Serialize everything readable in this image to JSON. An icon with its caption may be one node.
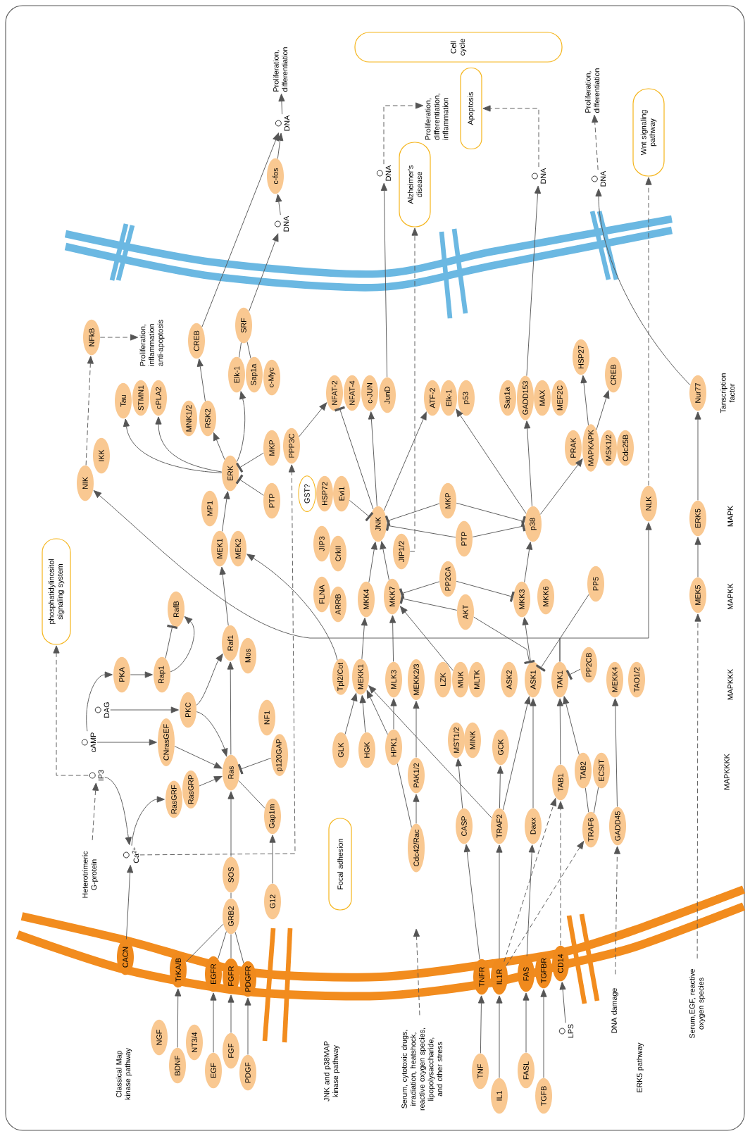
{
  "diagram": {
    "nodes": [
      {
        "text": [
          "Heterotrimeric G-protein"
        ]
      },
      {
        "text": [
          "IP3"
        ]
      },
      {
        "text": [
          "Ca$^{2+}$"
        ]
      },
      {
        "text": [
          "cAMP"
        ]
      },
      {
        "text": [
          "DAG"
        ]
      },
      {
        "text": [
          "phosphatidylinositol signaling system"
        ]
      },
      {
        "text": [
          "PKA"
        ]
      },
      {
        "text": [
          "Rap1"
        ]
      },
      {
        "text": [
          "RafB"
        ]
      },
      {
        "text": [
          "PKC"
        ]
      },
      {
        "text": [
          "CNrasGEF"
        ]
      },
      {
        "text": [
          "RasGRF"
        ]
      },
      {
        "text": [
          "RasGRP"
        ]
      },
      {
        "text": [
          "Ras"
        ]
      },
      {
        "text": [
          "NF1"
        ]
      },
      {
        "text": [
          "p120GAP"
        ]
      },
      {
        "text": [
          "Gap1m"
        ]
      },
      {
        "text": [
          "Raf1"
        ]
      },
      {
        "text": [
          "Mos"
        ]
      },
      {
        "text": [
          "MEK1"
        ]
      },
      {
        "text": [
          "MEK2"
        ]
      },
      {
        "text": [
          "MP1"
        ]
      },
      {
        "text": [
          "ERK"
        ]
      },
      {
        "text": [
          "PTP"
        ]
      },
      {
        "text": [
          "MKP"
        ]
      },
      {
        "text": [
          "PPP3C"
        ]
      },
      {
        "text": [
          "NIK"
        ]
      },
      {
        "text": [
          "IKK"
        ]
      },
      {
        "text": [
          "Tau"
        ]
      },
      {
        "text": [
          "STMN1"
        ]
      },
      {
        "text": [
          "cPLA2"
        ]
      },
      {
        "text": [
          "MNK1/2"
        ]
      },
      {
        "text": [
          "RSK2"
        ]
      },
      {
        "text": [
          "NFkB"
        ]
      },
      {
        "text": [
          "Proliferation, inflammation anti-apoptosis"
        ]
      },
      {
        "text": [
          "CREB"
        ]
      },
      {
        "text": [
          "SRF"
        ]
      },
      {
        "text": [
          "Elk-1"
        ]
      },
      {
        "text": [
          "Sap1a"
        ]
      },
      {
        "text": [
          "c-Myc"
        ]
      },
      {
        "text": [
          "DNA"
        ]
      },
      {
        "text": [
          "c-fos"
        ]
      },
      {
        "text": [
          "DNA"
        ]
      },
      {
        "text": [
          "Proliferation, differentiation"
        ]
      },
      {
        "text": [
          "Cell cycle"
        ]
      },
      {
        "text": [
          "DNA"
        ]
      },
      {
        "text": [
          "Proliferation, differentiation, inflammation"
        ]
      },
      {
        "text": [
          "Apoptosis"
        ]
      },
      {
        "text": [
          "Alzheimer's disease"
        ]
      },
      {
        "text": [
          "DNA"
        ]
      },
      {
        "text": [
          "Proliferation, differentiation"
        ]
      },
      {
        "text": [
          "DNA"
        ]
      },
      {
        "text": [
          "Wnt signaling pathway"
        ]
      },
      {
        "text": [
          "NFAT-2"
        ]
      },
      {
        "text": [
          "NFAT-4"
        ]
      },
      {
        "text": [
          "c-JUN"
        ]
      },
      {
        "text": [
          "JunD"
        ]
      },
      {
        "text": [
          "ATF-2"
        ]
      },
      {
        "text": [
          "Elk-1"
        ]
      },
      {
        "text": [
          "p53"
        ]
      },
      {
        "text": [
          "Sap1a"
        ]
      },
      {
        "text": [
          "GADD153"
        ]
      },
      {
        "text": [
          "MAX"
        ]
      },
      {
        "text": [
          "MEF2C"
        ]
      },
      {
        "text": [
          "HSP27"
        ]
      },
      {
        "text": [
          "CREB"
        ]
      },
      {
        "text": [
          "Nur77"
        ]
      },
      {
        "text": [
          "GST?"
        ]
      },
      {
        "text": [
          "HSP72"
        ]
      },
      {
        "text": [
          "Evi1"
        ]
      },
      {
        "text": [
          "JIP3"
        ]
      },
      {
        "text": [
          "CrkII"
        ]
      },
      {
        "text": [
          "FLNA"
        ]
      },
      {
        "text": [
          "ARRB"
        ]
      },
      {
        "text": [
          "JNK"
        ]
      },
      {
        "text": [
          "JIP1/2"
        ]
      },
      {
        "text": [
          "MKP"
        ]
      },
      {
        "text": [
          "PTP"
        ]
      },
      {
        "text": [
          "p38"
        ]
      },
      {
        "text": [
          "PRAK"
        ]
      },
      {
        "text": [
          "MAPKAPK"
        ]
      },
      {
        "text": [
          "MSK1/2"
        ]
      },
      {
        "text": [
          "Cdc25B"
        ]
      },
      {
        "text": [
          "NLK"
        ]
      },
      {
        "text": [
          "ERK5"
        ]
      },
      {
        "text": [
          "MKK4"
        ]
      },
      {
        "text": [
          "MKK7"
        ]
      },
      {
        "text": [
          "PP2CA"
        ]
      },
      {
        "text": [
          "AKT"
        ]
      },
      {
        "text": [
          "MKK3"
        ]
      },
      {
        "text": [
          "MKK6"
        ]
      },
      {
        "text": [
          "PP5"
        ]
      },
      {
        "text": [
          "MEK5"
        ]
      },
      {
        "text": [
          "Tpl2/Cot"
        ]
      },
      {
        "text": [
          "MEKK1"
        ]
      },
      {
        "text": [
          "MLK3"
        ]
      },
      {
        "text": [
          "MEKK2/3"
        ]
      },
      {
        "text": [
          "LZK"
        ]
      },
      {
        "text": [
          "MUK"
        ]
      },
      {
        "text": [
          "MLTK"
        ]
      },
      {
        "text": [
          "ASK2"
        ]
      },
      {
        "text": [
          "ASK1"
        ]
      },
      {
        "text": [
          "TAK1"
        ]
      },
      {
        "text": [
          "PP2CB"
        ]
      },
      {
        "text": [
          "MEKK4"
        ]
      },
      {
        "text": [
          "TAO1/2"
        ]
      },
      {
        "text": [
          "GLK"
        ]
      },
      {
        "text": [
          "HGK"
        ]
      },
      {
        "text": [
          "HPK1"
        ]
      },
      {
        "text": [
          "PAK1/2"
        ]
      },
      {
        "text": [
          "MST1/2"
        ]
      },
      {
        "text": [
          "MINK"
        ]
      },
      {
        "text": [
          "GCK"
        ]
      },
      {
        "text": [
          "TAB1"
        ]
      },
      {
        "text": [
          "TAB2"
        ]
      },
      {
        "text": [
          "ECSIT"
        ]
      },
      {
        "text": [
          "Focal adhesion"
        ]
      },
      {
        "text": [
          "Cdc42/Rac"
        ]
      },
      {
        "text": [
          "CASP"
        ]
      },
      {
        "text": [
          "TRAF2"
        ]
      },
      {
        "text": [
          "Daxx"
        ]
      },
      {
        "text": [
          "TRAF6"
        ]
      },
      {
        "text": [
          "GADD45"
        ]
      },
      {
        "text": [
          "SOS"
        ]
      },
      {
        "text": [
          "G12"
        ]
      },
      {
        "text": [
          "GRB2"
        ]
      },
      {
        "text": [
          "CACN"
        ]
      },
      {
        "text": [
          "TrKA/B"
        ]
      },
      {
        "text": [
          "EGFR"
        ]
      },
      {
        "text": [
          "FGFR"
        ]
      },
      {
        "text": [
          "PDGFR"
        ]
      },
      {
        "text": [
          "TNFR"
        ]
      },
      {
        "text": [
          "IL1R"
        ]
      },
      {
        "text": [
          "FAS"
        ]
      },
      {
        "text": [
          "TGFBR"
        ]
      },
      {
        "text": [
          "CD14"
        ]
      },
      {
        "text": [
          "NGF"
        ]
      },
      {
        "text": [
          "BDNF"
        ]
      },
      {
        "text": [
          "NT3/4"
        ]
      },
      {
        "text": [
          "EGF"
        ]
      },
      {
        "text": [
          "FGF"
        ]
      },
      {
        "text": [
          "PDGF"
        ]
      },
      {
        "text": [
          "Serum, cytotoxic drugs, irradiation, heatshock, reactive oxygen species, lipopolysaccharide, and other stress"
        ]
      },
      {
        "text": [
          "TNF"
        ]
      },
      {
        "text": [
          "IL1"
        ]
      },
      {
        "text": [
          "FASL"
        ]
      },
      {
        "text": [
          "TGFB"
        ]
      },
      {
        "text": [
          "LPS"
        ]
      },
      {
        "text": [
          "DNA damage"
        ]
      },
      {
        "text": [
          "Serum,EGF, reactive oxygen species"
        ]
      }
    ],
    "edges": [
      {
        "from": 0,
        "to": 1,
        "arrow": "to",
        "style": "dashed"
      },
      {
        "from": 1,
        "to": 5,
        "arrow": "to",
        "style": "dashed"
      },
      {
        "from": 1,
        "to": 2,
        "arrow": "to"
      },
      {
        "from": 2,
        "to": 11,
        "arrow": "to"
      },
      {
        "from": 2,
        "to": 25,
        "arrow": "to",
        "style": "dashed"
      },
      {
        "from": 3,
        "to": 10,
        "arrow": "to"
      },
      {
        "from": 3,
        "to": 6,
        "arrow": "to"
      },
      {
        "from": 4,
        "to": 9,
        "arrow": "to"
      },
      {
        "from": 6,
        "to": 7,
        "arrow": "to"
      },
      {
        "from": 7,
        "to": 8,
        "arrow": "other"
      },
      {
        "from": 7,
        "to": 8,
        "arrow": "to"
      },
      {
        "from": 9,
        "to": 17,
        "arrow": "to"
      },
      {
        "from": 9,
        "to": 13,
        "arrow": "to"
      },
      {
        "from": 10,
        "to": 13,
        "arrow": "to"
      },
      {
        "from": 12,
        "to": 13,
        "arrow": "to"
      },
      {
        "from": 15,
        "to": 13,
        "arrow": "other"
      },
      {
        "from": 16,
        "to": 13,
        "arrow": "none"
      },
      {
        "from": 13,
        "to": 17,
        "arrow": "to"
      },
      {
        "from": 17,
        "to": 19,
        "arrow": "to"
      },
      {
        "from": 19,
        "to": 22,
        "arrow": "to"
      },
      {
        "from": 22,
        "to": 28,
        "arrow": "to"
      },
      {
        "from": 22,
        "to": 30,
        "arrow": "to"
      },
      {
        "from": 22,
        "to": 32,
        "arrow": "to"
      },
      {
        "from": 22,
        "to": 37,
        "arrow": "to"
      },
      {
        "from": 24,
        "to": 22,
        "arrow": "other"
      },
      {
        "from": 23,
        "to": 22,
        "arrow": "other"
      },
      {
        "from": 32,
        "to": 35,
        "arrow": "to"
      },
      {
        "from": 37,
        "to": 36,
        "arrow": "none"
      },
      {
        "from": 38,
        "to": 36,
        "arrow": "none"
      },
      {
        "from": 36,
        "to": 40,
        "arrow": "to"
      },
      {
        "from": 35,
        "to": 42,
        "arrow": "to"
      },
      {
        "from": 40,
        "to": 41,
        "arrow": "to"
      },
      {
        "from": 41,
        "to": 42,
        "arrow": "to"
      },
      {
        "from": 42,
        "to": 43,
        "arrow": "to"
      },
      {
        "from": 26,
        "to": 33,
        "arrow": "to",
        "style": "dashed"
      },
      {
        "from": 33,
        "to": 34,
        "arrow": "to",
        "style": "dashed"
      },
      {
        "from": 102,
        "to": 26,
        "arrow": "to"
      },
      {
        "from": 102,
        "to": 83,
        "arrow": "to"
      },
      {
        "from": 83,
        "to": 52,
        "arrow": "to",
        "style": "dashed"
      },
      {
        "from": 94,
        "to": 85,
        "arrow": "to"
      },
      {
        "from": 93,
        "to": 20,
        "arrow": "to"
      },
      {
        "from": 106,
        "to": 94,
        "arrow": "to"
      },
      {
        "from": 107,
        "to": 94,
        "arrow": "to"
      },
      {
        "from": 108,
        "to": 94,
        "arrow": "to"
      },
      {
        "from": 119,
        "to": 94,
        "arrow": "to"
      },
      {
        "from": 108,
        "to": 95,
        "arrow": "to"
      },
      {
        "from": 117,
        "to": 108,
        "arrow": "none"
      },
      {
        "from": 117,
        "to": 109,
        "arrow": "to"
      },
      {
        "from": 109,
        "to": 96,
        "arrow": "to"
      },
      {
        "from": 95,
        "to": 86,
        "arrow": "to"
      },
      {
        "from": 98,
        "to": 86,
        "arrow": "to"
      },
      {
        "from": 85,
        "to": 74,
        "arrow": "to"
      },
      {
        "from": 86,
        "to": 74,
        "arrow": "to"
      },
      {
        "from": 88,
        "to": 86,
        "arrow": "other"
      },
      {
        "from": 87,
        "to": 86,
        "arrow": "other"
      },
      {
        "from": 87,
        "to": 89,
        "arrow": "other"
      },
      {
        "from": 88,
        "to": 101,
        "arrow": "other"
      },
      {
        "from": 91,
        "to": 101,
        "arrow": "other"
      },
      {
        "from": 101,
        "to": 89,
        "arrow": "to"
      },
      {
        "from": 89,
        "to": 78,
        "arrow": "to"
      },
      {
        "from": 76,
        "to": 74,
        "arrow": "other"
      },
      {
        "from": 76,
        "to": 78,
        "arrow": "other"
      },
      {
        "from": 77,
        "to": 74,
        "arrow": "other"
      },
      {
        "from": 77,
        "to": 78,
        "arrow": "other"
      },
      {
        "from": 69,
        "to": 74,
        "arrow": "other"
      },
      {
        "from": 74,
        "to": 53,
        "arrow": "other"
      },
      {
        "from": 25,
        "to": 53,
        "arrow": "to"
      },
      {
        "from": 74,
        "to": 55,
        "arrow": "to"
      },
      {
        "from": 74,
        "to": 57,
        "arrow": "to"
      },
      {
        "from": 78,
        "to": 58,
        "arrow": "to"
      },
      {
        "from": 78,
        "to": 61,
        "arrow": "to"
      },
      {
        "from": 78,
        "to": 80,
        "arrow": "to"
      },
      {
        "from": 80,
        "to": 64,
        "arrow": "to"
      },
      {
        "from": 80,
        "to": 65,
        "arrow": "to"
      },
      {
        "from": 61,
        "to": 49,
        "arrow": "to"
      },
      {
        "from": 49,
        "to": 47,
        "arrow": "to",
        "style": "dashed"
      },
      {
        "from": 56,
        "to": 45,
        "arrow": "to"
      },
      {
        "from": 45,
        "to": 46,
        "arrow": "to",
        "style": "dashed"
      },
      {
        "from": 75,
        "to": 48,
        "arrow": "to",
        "style": "dashed"
      },
      {
        "from": 51,
        "to": 50,
        "arrow": "to",
        "style": "dashed"
      },
      {
        "from": 66,
        "to": 51,
        "arrow": "to"
      },
      {
        "from": 84,
        "to": 66,
        "arrow": "to"
      },
      {
        "from": 92,
        "to": 84,
        "arrow": "to"
      },
      {
        "from": 149,
        "to": 92,
        "arrow": "to",
        "style": "dashed"
      },
      {
        "from": 148,
        "to": 122,
        "arrow": "to",
        "style": "dashed"
      },
      {
        "from": 122,
        "to": 104,
        "arrow": "to"
      },
      {
        "from": 113,
        "to": 102,
        "arrow": "to"
      },
      {
        "from": 114,
        "to": 102,
        "arrow": "to"
      },
      {
        "from": 121,
        "to": 114,
        "arrow": "none"
      },
      {
        "from": 121,
        "to": 115,
        "arrow": "none"
      },
      {
        "from": 103,
        "to": 102,
        "arrow": "other"
      },
      {
        "from": 119,
        "to": 101,
        "arrow": "to"
      },
      {
        "from": 120,
        "to": 101,
        "arrow": "to"
      },
      {
        "from": 119,
        "to": 112,
        "arrow": "to"
      },
      {
        "from": 118,
        "to": 110,
        "arrow": "to"
      },
      {
        "from": 131,
        "to": 118,
        "arrow": "to"
      },
      {
        "from": 132,
        "to": 119,
        "arrow": "to"
      },
      {
        "from": 132,
        "to": 113,
        "arrow": "to",
        "style": "dashed"
      },
      {
        "from": 132,
        "to": 121,
        "arrow": "to",
        "style": "dashed"
      },
      {
        "from": 133,
        "to": 120,
        "arrow": "to"
      },
      {
        "from": 135,
        "to": 113,
        "arrow": "to",
        "style": "dashed"
      },
      {
        "from": 147,
        "to": 135,
        "arrow": "to"
      },
      {
        "from": 143,
        "to": 131,
        "arrow": "to"
      },
      {
        "from": 144,
        "to": 132,
        "arrow": "to"
      },
      {
        "from": 145,
        "to": 133,
        "arrow": "to"
      },
      {
        "from": 146,
        "to": 134,
        "arrow": "to"
      },
      {
        "from": 142,
        "to": null,
        "arrow": "to",
        "style": "dashed"
      },
      {
        "from": 137,
        "to": 127,
        "arrow": "to"
      },
      {
        "from": 139,
        "to": 128,
        "arrow": "to"
      },
      {
        "from": 140,
        "to": 129,
        "arrow": "to"
      },
      {
        "from": 141,
        "to": 130,
        "arrow": "to"
      },
      {
        "from": 125,
        "to": 127,
        "arrow": "none"
      },
      {
        "from": 125,
        "to": 128,
        "arrow": "none"
      },
      {
        "from": 125,
        "to": 129,
        "arrow": "none"
      },
      {
        "from": 125,
        "to": 130,
        "arrow": "none"
      },
      {
        "from": 125,
        "to": 123,
        "arrow": "none"
      },
      {
        "from": 123,
        "to": 13,
        "arrow": "to"
      },
      {
        "from": 124,
        "to": 16,
        "arrow": "to"
      },
      {
        "from": 126,
        "to": 2,
        "arrow": "to"
      }
    ],
    "labels": [
      "Classical Map kinase pathway",
      "JNK and p38MAP kinase pathway",
      "ERK5 pathway",
      "MAPKKKK",
      "MAPKKK",
      "MAPKK",
      "MAPK",
      "Tanscription factor"
    ]
  }
}
